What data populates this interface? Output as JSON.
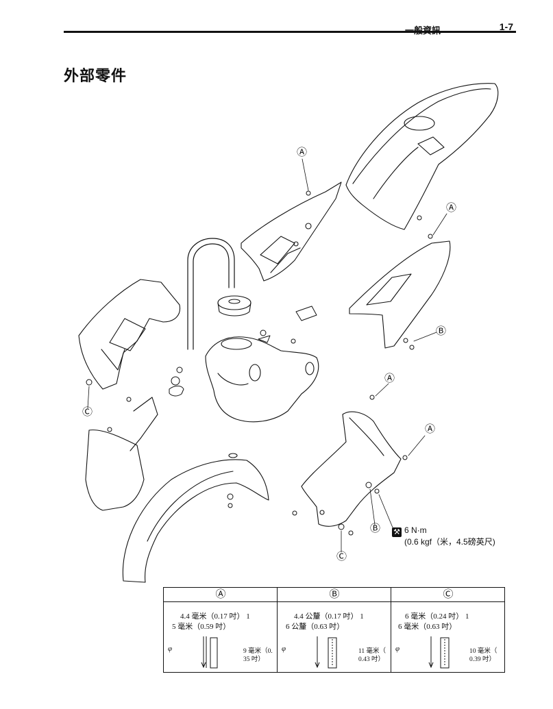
{
  "header": {
    "section": "一般資訊",
    "page_number": "1-7"
  },
  "title": "外部零件",
  "callouts": {
    "A": "Ⓐ",
    "B": "Ⓑ",
    "C": "Ⓒ"
  },
  "torque": {
    "icon": "wrench-icon",
    "value": "6 N·m",
    "alt": "(0.6 kgf（米，4.5磅英尺)"
  },
  "spec_table": {
    "headers": [
      "Ⓐ",
      "Ⓑ",
      "Ⓒ"
    ],
    "columns": [
      {
        "line1": "4.4 毫米（0.17 吋） 1",
        "line2": "5 毫米（0.59 吋）",
        "phi": "φ",
        "dim": "9 毫米（0.\n35 吋）"
      },
      {
        "line1": "4.4 公釐（0.17 吋） 1",
        "line2": "6 公釐（0.63 吋）",
        "phi": "φ",
        "dim": "11 毫米（\n0.43 吋）"
      },
      {
        "line1": "6 毫米（0.24 吋） 1",
        "line2": "6 毫米（0.63 吋）",
        "phi": "φ",
        "dim": "10 毫米（\n0.39 吋）"
      }
    ]
  }
}
